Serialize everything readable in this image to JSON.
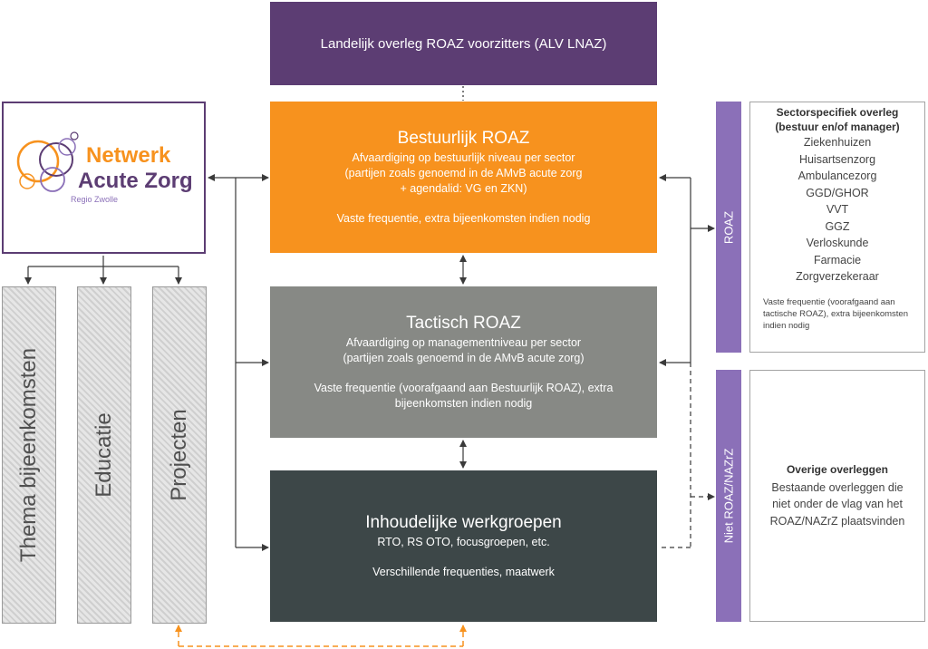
{
  "top": {
    "label": "Landelijk overleg ROAZ voorzitters (ALV LNAZ)"
  },
  "bestuurlijk": {
    "title": "Bestuurlijk ROAZ",
    "lines": [
      "Afvaardiging op bestuurlijk niveau per sector",
      "(partijen zoals genoemd in de AMvB acute zorg",
      "+ agendalid: VG en ZKN)"
    ],
    "frequency": "Vaste frequentie, extra bijeenkomsten indien nodig"
  },
  "tactisch": {
    "title": "Tactisch ROAZ",
    "lines": [
      "Afvaardiging op managementniveau per sector",
      "(partijen zoals genoemd in de AMvB acute zorg)"
    ],
    "frequency": [
      "Vaste frequentie (voorafgaand aan Bestuurlijk ROAZ), extra",
      "bijeenkomsten indien nodig"
    ]
  },
  "inhoud": {
    "title": "Inhoudelijke werkgroepen",
    "line": "RTO, RS OTO, focusgroepen, etc.",
    "frequency": "Verschillende frequenties, maatwerk"
  },
  "logo": {
    "line1": "Netwerk",
    "line2": "Acute Zorg",
    "sub": "Regio Zwolle",
    "orange": "#f7921e",
    "purple": "#5c3d73"
  },
  "columns": [
    "Thema bijeenkomsten",
    "Educatie",
    "Projecten"
  ],
  "bars": {
    "roaz": "ROAZ",
    "niet": "Niet ROAZ/NAZrZ"
  },
  "sector": {
    "title1": "Sectorspecifiek overleg",
    "title2": "(bestuur en/of manager)",
    "items": [
      "Ziekenhuizen",
      "Huisartsenzorg",
      "Ambulancezorg",
      "GGD/GHOR",
      "VVT",
      "GGZ",
      "Verloskunde",
      "Farmacie",
      "Zorgverzekeraar"
    ],
    "note": [
      "Vaste frequentie (voorafgaand aan",
      "tactische ROAZ), extra bijeenkomsten",
      "indien nodig"
    ]
  },
  "overige": {
    "title": "Overige overleggen",
    "lines": [
      "Bestaande overleggen die",
      "niet onder de vlag van het",
      "ROAZ/NAZrZ plaatsvinden"
    ]
  },
  "colors": {
    "purple_dark": "#5c3d73",
    "orange": "#f7921e",
    "grey": "#878985",
    "dark": "#3d4748",
    "lavender": "#8b70b8"
  }
}
